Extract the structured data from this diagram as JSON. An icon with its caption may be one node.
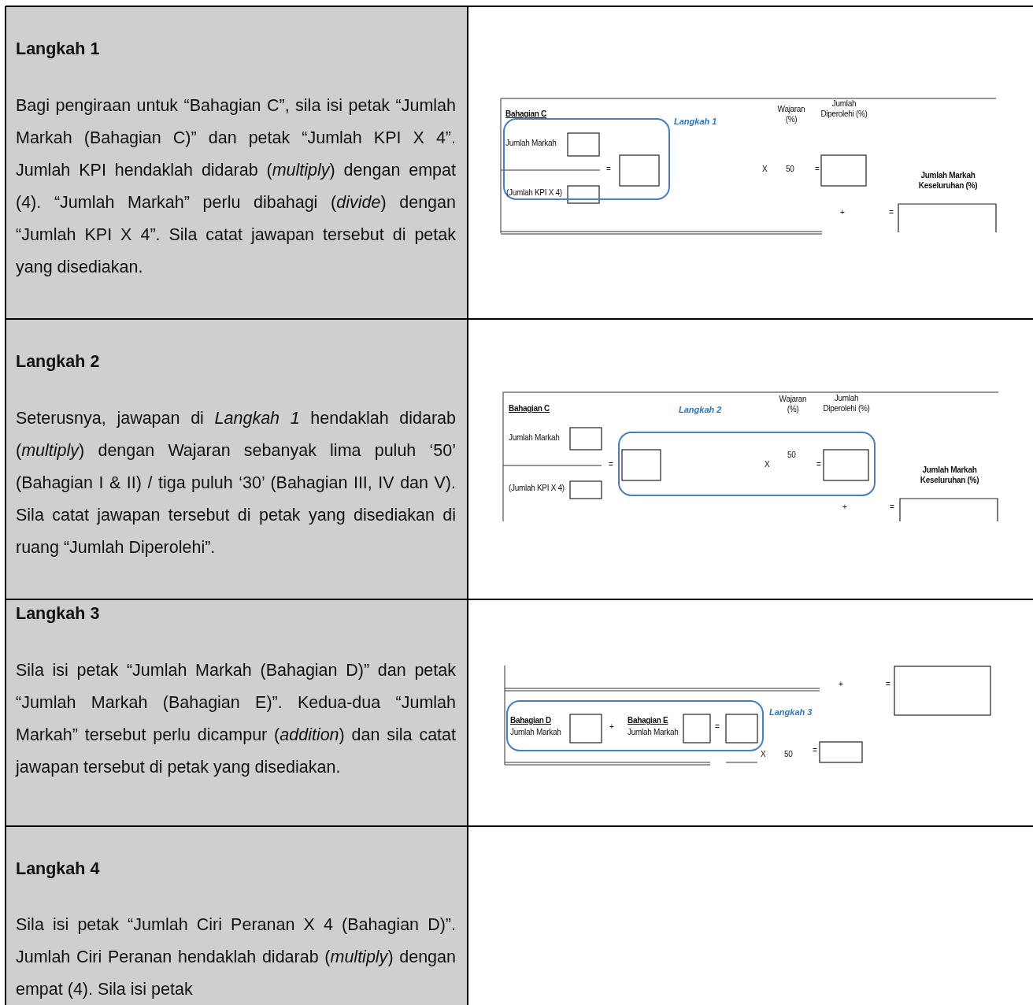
{
  "diagram": {
    "labels": [
      "Langkah 1",
      "Bagi pengiraan untuk “Bahagian C”, sila isi petak “Jumlah Markah (Bahagian C)” dan petak “Jumlah KPI X 4”. Jumlah KPI hendaklah didarab (*multiply*) dengan empat (4). “Jumlah Markah” perlu dibahagi (*divide*) dengan “Jumlah KPI X 4”. Sila catat jawapan tersebut di petak yang disediakan.",
      "Bahagian C",
      "Langkah 1",
      "Wajaran (%)",
      "Jumlah Diperolehi (%)",
      "Jumlah Markah",
      "=",
      "X",
      "50",
      "=",
      "(Jumlah KPI X 4)",
      "Jumlah Markah Keseluruhan (%)",
      "+",
      "=",
      "Langkah 2",
      "Seterusnya, jawapan di *Langkah 1* hendaklah didarab (*multiply*)  dengan Wajaran sebanyak lima puluh ‘50’ (Bahagian I & II) / tiga puluh ‘30’ (Bahagian III, IV dan V). Sila catat jawapan tersebut di petak yang disediakan di ruang “Jumlah Diperolehi”.",
      "Bahagian C",
      "Langkah 2",
      "Wajaran (%)",
      "Jumlah Diperolehi (%)",
      "Jumlah Markah",
      "50",
      "=",
      "X",
      "=",
      "(Jumlah KPI X 4)",
      "Jumlah Markah Keseluruhan (%)",
      "+",
      "=",
      "Langkah 3",
      "Sila isi petak “Jumlah Markah (Bahagian D)” dan petak “Jumlah Markah (Bahagian E)”. Kedua-dua “Jumlah Markah” tersebut perlu dicampur (*addition*)  dan sila catat jawapan tersebut di petak yang disediakan.",
      "+",
      "=",
      "Langkah 3",
      "Bahagian D",
      "Jumlah Markah",
      "+",
      "Bahagian E",
      "Jumlah Markah",
      "=",
      "X",
      "50",
      "=",
      "Langkah 4",
      "Sila isi petak “Jumlah Ciri Peranan X 4 (Bahagian D)”. Jumlah Ciri Peranan hendaklah didarab (*multiply*)  dengan empat (4). Sila isi petak"
    ]
  }
}
